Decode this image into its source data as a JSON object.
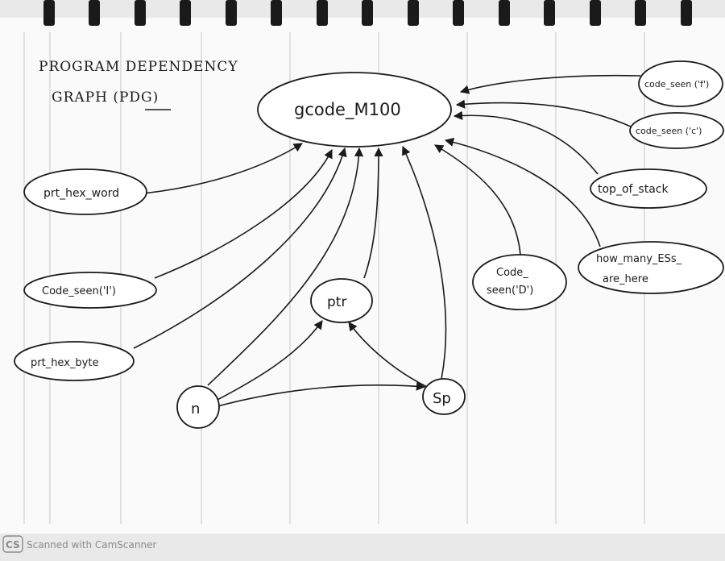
{
  "title": {
    "line1": "PROGRAM DEPENDENCY",
    "line2": "GRAPH (PDG)"
  },
  "nodes": {
    "gcode": "gcode_M100",
    "code_seen_f": "code_seen ('f')",
    "code_seen_c": "code_seen ('c')",
    "top_of_stack": "top_of_stack",
    "how_many_line1": "how_many_ESs_",
    "how_many_line2": "are_here",
    "code_seen_d_line1": "Code_",
    "code_seen_d_line2": "seen('D')",
    "prt_hex_word": "prt_hex_word",
    "code_seen_i": "Code_seen('I')",
    "prt_hex_byte": "prt_hex_byte",
    "ptr": "ptr",
    "n": "n",
    "sp": "Sp"
  },
  "footer": {
    "logo": "CS",
    "text": "Scanned with CamScanner"
  }
}
